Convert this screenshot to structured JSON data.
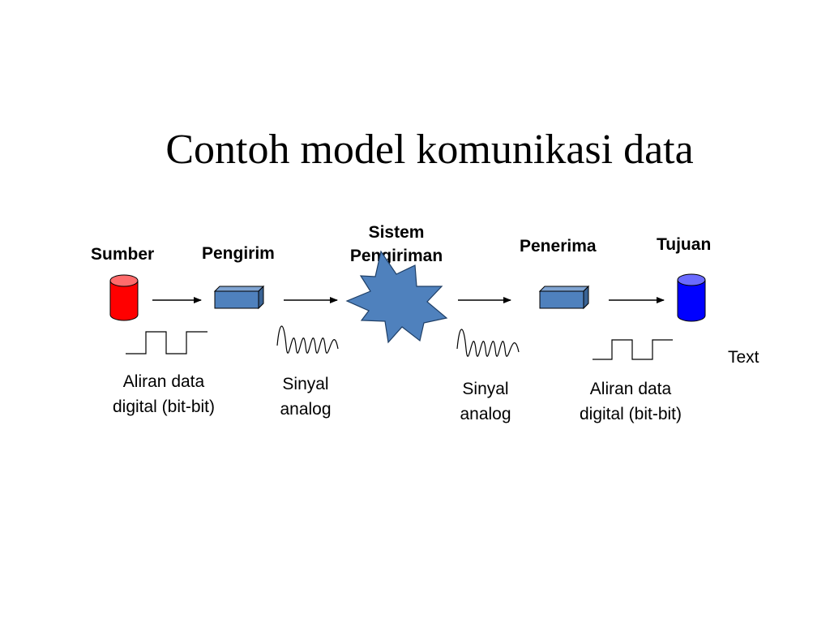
{
  "title": "Contoh model komunikasi data",
  "nodes": {
    "sumber": "Sumber",
    "pengirim": "Pengirim",
    "sistem_line1": "Sistem",
    "sistem_line2": "Pengiriman",
    "penerima": "Penerima",
    "tujuan": "Tujuan"
  },
  "captions": {
    "digital_1_line1": "Aliran data",
    "digital_1_line2": "digital (bit-bit)",
    "analog_1_line1": "Sinyal",
    "analog_1_line2": "analog",
    "analog_2_line1": "Sinyal",
    "analog_2_line2": "analog",
    "digital_2_line1": "Aliran data",
    "digital_2_line2": "digital (bit-bit)"
  },
  "extra_text": "Text",
  "colors": {
    "source_cylinder": "#ff0000",
    "destination_cylinder": "#0000ff",
    "device_box": "#4f81bd",
    "transmission_star": "#4f81bd"
  },
  "icons": [
    "database-cylinder-icon",
    "transmitter-box-icon",
    "transmission-system-star-icon",
    "receiver-box-icon",
    "digital-square-wave-icon",
    "analog-sine-wave-icon"
  ]
}
